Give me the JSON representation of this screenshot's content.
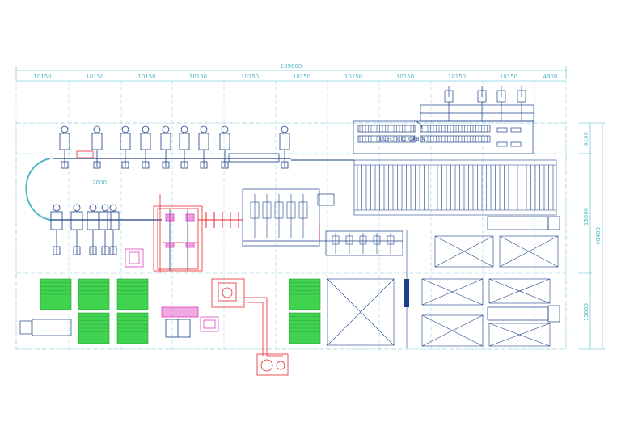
{
  "drawing": {
    "total_width_label": "109600",
    "top_spans": [
      "10150",
      "10150",
      "10150",
      "10150",
      "10150",
      "10150",
      "10150",
      "10150",
      "10150",
      "10150",
      "4900"
    ],
    "right_dims": [
      "4100",
      "13600",
      "40400",
      "15000"
    ],
    "electric_cabin_label": "ELECTRIC CABIN",
    "spacing_label": "2000"
  },
  "colors": {
    "line": "#1d3f8a",
    "dimension": "#4fb7c9",
    "grid": "#8fd0dc",
    "highlight": "#e8262b",
    "magenta": "#e040c0",
    "green": "#3fd34f"
  }
}
